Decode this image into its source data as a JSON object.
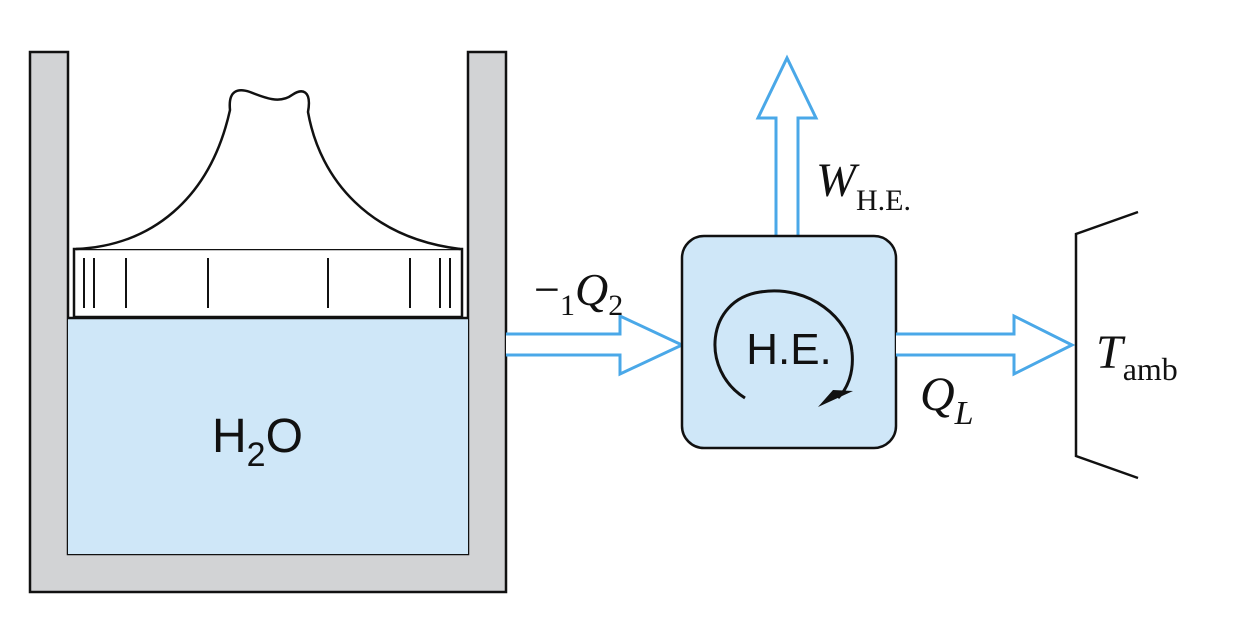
{
  "water_label": {
    "main": "H",
    "sub": "2",
    "end": "O"
  },
  "heat_in_label": {
    "prefix": "−",
    "sub1": "1",
    "symbol": "Q",
    "sub2": "2"
  },
  "engine_label": "H.E.",
  "work_label": {
    "symbol": "W",
    "sub": "H.E."
  },
  "heat_out_label": {
    "symbol": "Q",
    "sub": "L"
  },
  "ambient_label": {
    "symbol": "T",
    "sub": "amb"
  },
  "colors": {
    "water_fill": "#cfe7f8",
    "arrow_stroke": "#4aa8e8",
    "container_fill": "#d2d3d5",
    "engine_fill": "#cfe7f8",
    "outline": "#111111"
  }
}
